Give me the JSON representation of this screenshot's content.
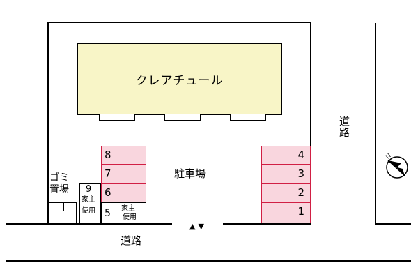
{
  "building": {
    "name": "クレアチュール"
  },
  "parking": {
    "label": "駐車場"
  },
  "road_south": {
    "label": "道路"
  },
  "road_east": {
    "label": "道路"
  },
  "garbage": {
    "label_line1": "ゴミ",
    "label_line2": "置場"
  },
  "entrance": {
    "arrows": "▲▼"
  },
  "left_slots": [
    {
      "number": "8"
    },
    {
      "number": "7"
    },
    {
      "number": "6"
    },
    {
      "number": "5"
    }
  ],
  "right_slots": [
    {
      "number": "4"
    },
    {
      "number": "3"
    },
    {
      "number": "2"
    },
    {
      "number": "1"
    }
  ],
  "owner_slot_9": {
    "number": "9",
    "note_line1": "家主",
    "note_line2": "使用"
  },
  "owner_slot_5": {
    "note_line1": "家主",
    "note_line2": "使用"
  },
  "compass": {
    "letter": "N"
  },
  "colors": {
    "building_fill": "#f8f5c7",
    "slot_fill": "#f9d6de",
    "slot_border": "#d11f44"
  }
}
